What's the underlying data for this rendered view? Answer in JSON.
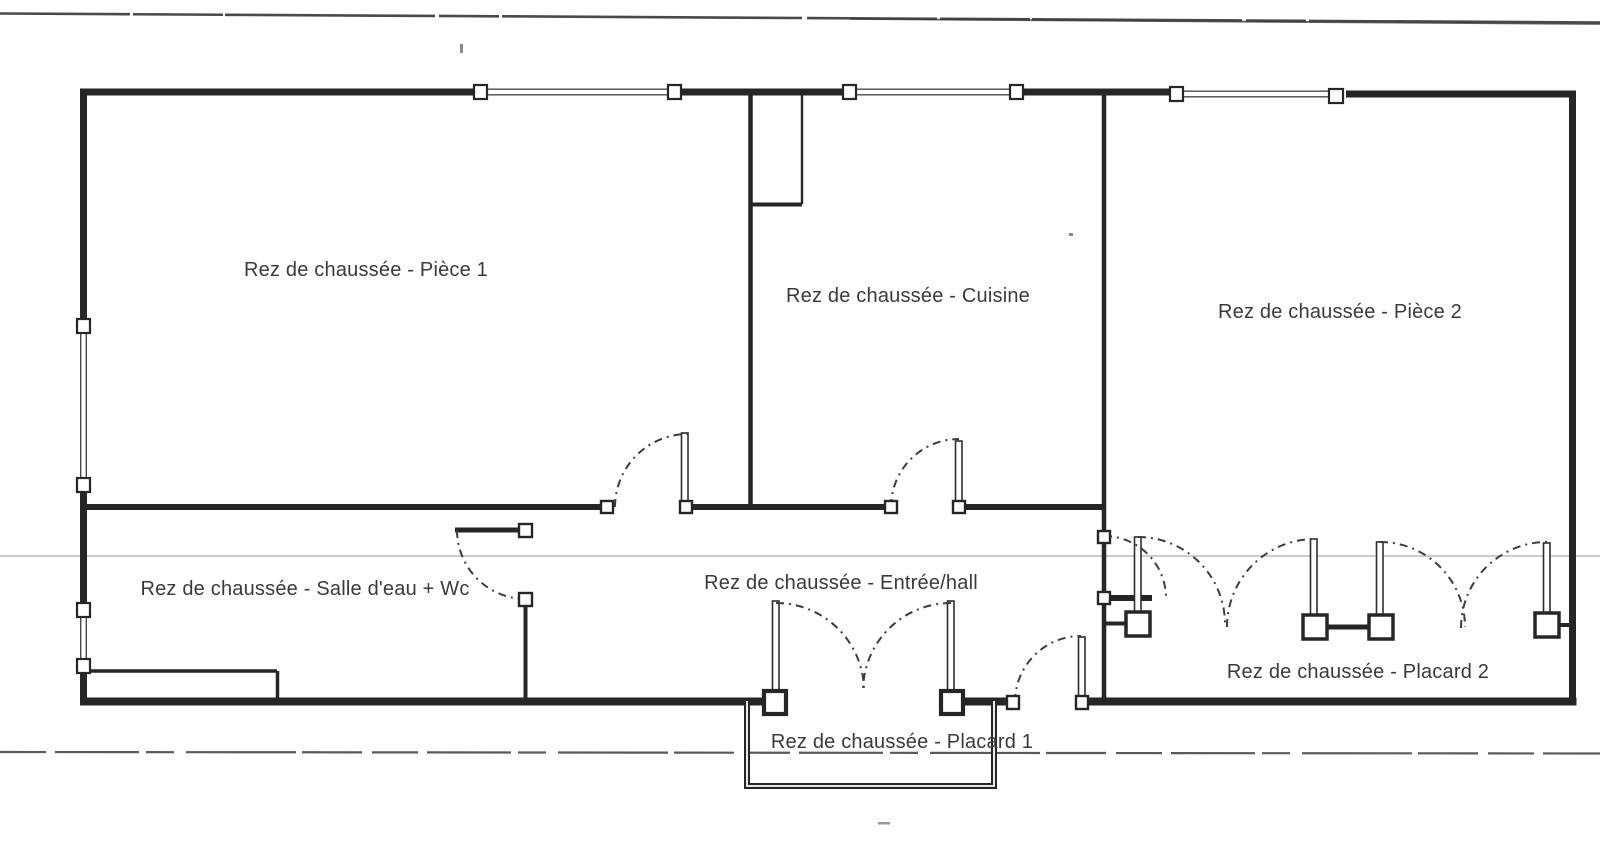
{
  "colors": {
    "ink": "#262626",
    "label": "#3a3a3a",
    "scan_line": "#4a4a4a",
    "faint_line": "#cccccc",
    "paper": "#ffffff"
  },
  "plan": {
    "rooms": [
      {
        "id": "piece1",
        "label": "Rez de chaussée - Pièce 1"
      },
      {
        "id": "cuisine",
        "label": "Rez de chaussée - Cuisine"
      },
      {
        "id": "piece2",
        "label": "Rez de chaussée - Pièce 2"
      },
      {
        "id": "salle_eau",
        "label": "Rez de chaussée - Salle d'eau + Wc"
      },
      {
        "id": "entree",
        "label": "Rez de chaussée - Entrée/hall"
      },
      {
        "id": "placard2",
        "label": "Rez de chaussée - Placard 2"
      },
      {
        "id": "placard1",
        "label": "Rez de chaussée - Placard 1"
      }
    ]
  }
}
